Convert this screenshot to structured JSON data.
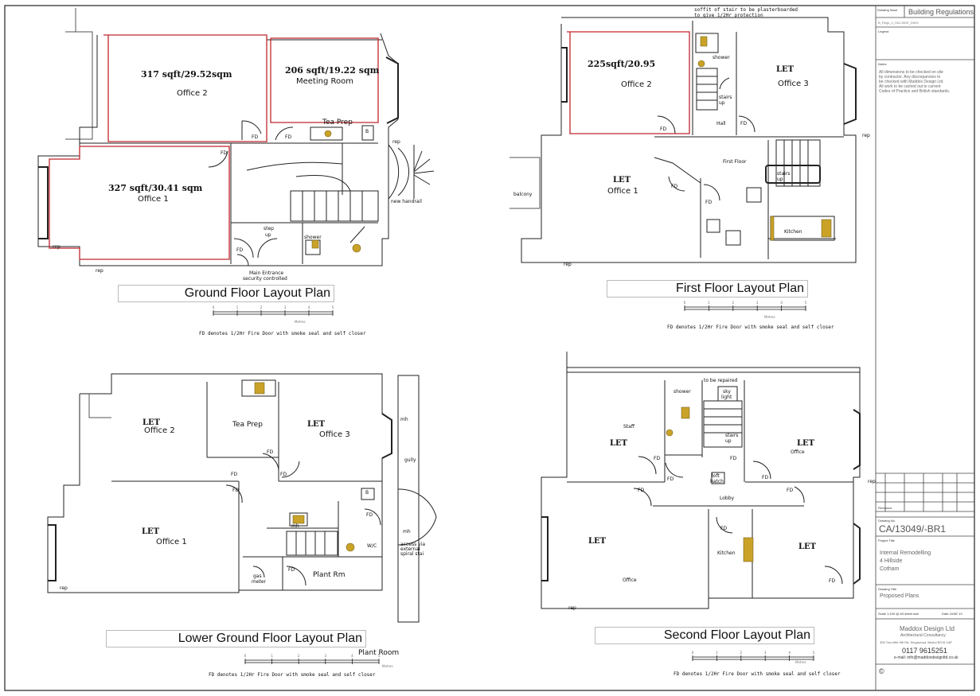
{
  "title_block": {
    "drawing_issue_label": "Drawing Issue",
    "drawing_issue": "Building Regulations",
    "file_ref": "B_Regs_4_HILLSIDE_DWG",
    "legend_label": "Legend",
    "notes_label": "Notes",
    "notes_text": [
      "All dimensions to be checked on site",
      "by contractor. Any discrepancies to",
      "be checked with Maddox Design Ltd.",
      "All work to be carried out to current",
      "Codes of Practice and British standards."
    ],
    "revisions_label": "Revisions",
    "drawing_no_label": "Drawing No.",
    "drawing_no": "CA/13049/-BR1",
    "project_title_label": "Project Title",
    "project_title": [
      "Internal Remodelling",
      "4 Hillside",
      "Cotham"
    ],
    "drawing_title_label": "Drawing Title",
    "drawing_title": "Proposed Plans",
    "scale": "Scale 1:100 @ A3 sheet size",
    "date": "Date JUNE 13",
    "company": "Maddox Design Ltd",
    "company_sub": "Architectural Consultancy",
    "address": "305 Two Mile Hill Rd, Kingswood, Bristol BS15 1AP",
    "phone": "0117 9615251",
    "email": "e-mail: info@maddoxdesignltd.co.uk"
  },
  "plans": {
    "ground": {
      "title": "Ground Floor Layout Plan",
      "scale_label": "Metres",
      "fd_note": "FD denotes 1/2Hr Fire Door with smoke seal and self closer",
      "rooms": {
        "office2_area": "317 sqft/29.52sqm",
        "office2": "Office 2",
        "meeting_area": "206 sqft/19.22 sqm",
        "meeting": "Meeting Room",
        "office1_area": "327 sqft/30.41 sqm",
        "office1": "Office 1",
        "tea_prep": "Tea Prep",
        "step": "step",
        "up": "up",
        "shower": "shower",
        "entrance": "Main Entrance",
        "entrance2": "security controlled",
        "handrail": "new handrail",
        "rep": "rep",
        "fd": "FD",
        "b": "B"
      }
    },
    "first": {
      "title": "First Floor Layout Plan",
      "scale_label": "Metres",
      "fd_note": "FD denotes 1/2Hr Fire Door with smoke seal and self closer",
      "soffit_note": "soffit of stair to be plasterboarded",
      "soffit_note2": "to give 1/2Hr protection",
      "rooms": {
        "office2_area": "225sqft/20.95",
        "office2": "Office 2",
        "let": "LET",
        "office3": "Office 3",
        "office1": "Office 1",
        "balcony": "balcony",
        "shower": "shower",
        "stairs": "stairs",
        "up": "up",
        "hall": "Hall",
        "landing": "First Floor",
        "kitchen": "Kitchen",
        "rep": "rep",
        "fd": "FD"
      }
    },
    "lower": {
      "title": "Lower Ground Floor Layout Plan",
      "scale_label": "Metres",
      "plant_room_note": "Plant Room",
      "fd_note": "FD denotes 1/2Hr Fire Door with smoke seal and self closer",
      "rooms": {
        "let": "LET",
        "office2": "Office 2",
        "tea_prep": "Tea Prep",
        "office3": "Office 3",
        "office1": "Office 1",
        "gully": "gully",
        "mh": "mh",
        "wc": "W/C",
        "gas": "gas",
        "meter": "meter",
        "plant": "Plant Rm",
        "access": "access via",
        "access2": "external",
        "access3": "spiral stai",
        "rep": "rep",
        "fd": "FD",
        "b": "B"
      }
    },
    "second": {
      "title": "Second Floor Layout Plan",
      "scale_label": "Metres",
      "fd_note": "FD denotes 1/2Hr Fire Door with smoke seal and self closer",
      "rooms": {
        "let": "LET",
        "staff": "Staff",
        "shower": "shower",
        "repair": "to be repaired",
        "sky": "sky",
        "light": "light",
        "stairs": "stairs",
        "up": "up",
        "office": "Office",
        "loft": "loft",
        "hatch": "hatch",
        "lobby": "Lobby",
        "kitchen": "Kitchen",
        "rep": "rep",
        "fd": "FD"
      }
    }
  },
  "scale_ticks": [
    "0",
    "1",
    "2",
    "3",
    "4",
    "5"
  ],
  "colors": {
    "line": "#222222",
    "red": "#c0262c",
    "fixture": "#c9a227",
    "grey": "#888888"
  }
}
